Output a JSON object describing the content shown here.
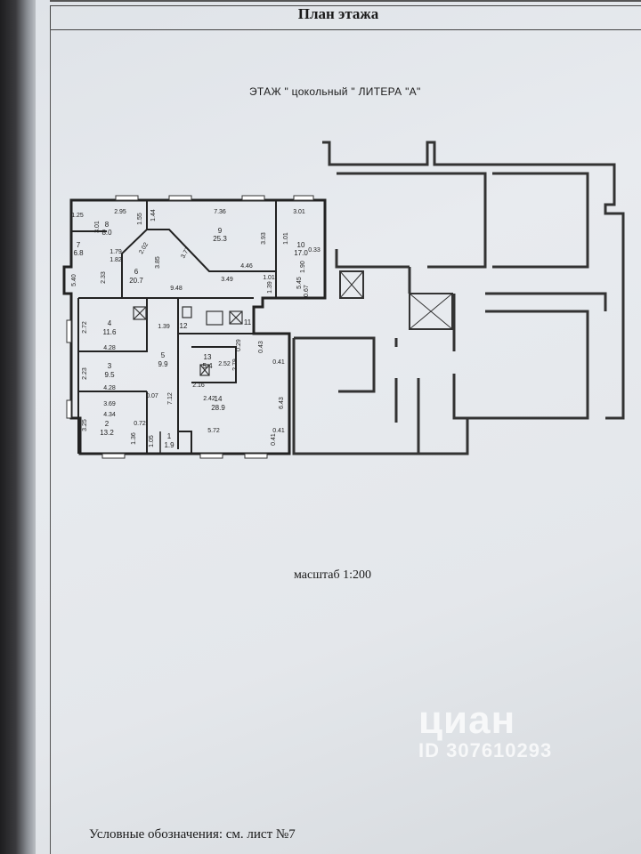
{
  "header": {
    "title": "План этажа"
  },
  "floor": {
    "caption": "ЭТАЖ \" цокольный \"  ЛИТЕРА \"А\""
  },
  "scale": {
    "label": "масштаб 1:200"
  },
  "legend": {
    "text": "Условные обозначения: см. лист №7"
  },
  "watermark": {
    "brand": "циан",
    "id": "ID 307610293"
  },
  "rooms": [
    {
      "num": "1",
      "area": "1.9"
    },
    {
      "num": "2",
      "area": "13.2"
    },
    {
      "num": "3",
      "area": "9.5"
    },
    {
      "num": "4",
      "area": "11.6"
    },
    {
      "num": "5",
      "area": "9.9"
    },
    {
      "num": "6",
      "area": "20.7"
    },
    {
      "num": "7",
      "area": "6.8"
    },
    {
      "num": "8",
      "area": "8.0"
    },
    {
      "num": "9",
      "area": "25.3"
    },
    {
      "num": "10",
      "area": "17.0"
    },
    {
      "num": "11",
      "area": ""
    },
    {
      "num": "12",
      "area": ""
    },
    {
      "num": "13",
      "area": "5.4"
    },
    {
      "num": "14",
      "area": "28.9"
    }
  ],
  "dimensions": [
    "1.25",
    "2.95",
    "1.44",
    "7.36",
    "3.01",
    "3.01",
    "1.55",
    "1.79",
    "1.82",
    "2.02",
    "3.77",
    "3.85",
    "3.93",
    "1.01",
    "0.33",
    "1.90",
    "5.40",
    "2.33",
    "4.46",
    "3.49",
    "1.01",
    "5.45",
    "0.67",
    "9.48",
    "1.39",
    "2.72",
    "4.28",
    "2.23",
    "4.28",
    "1.39",
    "0.29",
    "0.43",
    "0.41",
    "2.52",
    "2.79",
    "2.16",
    "2.42",
    "7.12",
    "0.07",
    "3.69",
    "4.34",
    "0.72",
    "3.25",
    "6.43",
    "5.72",
    "0.41",
    "0.41",
    "1.36",
    "1.05"
  ]
}
